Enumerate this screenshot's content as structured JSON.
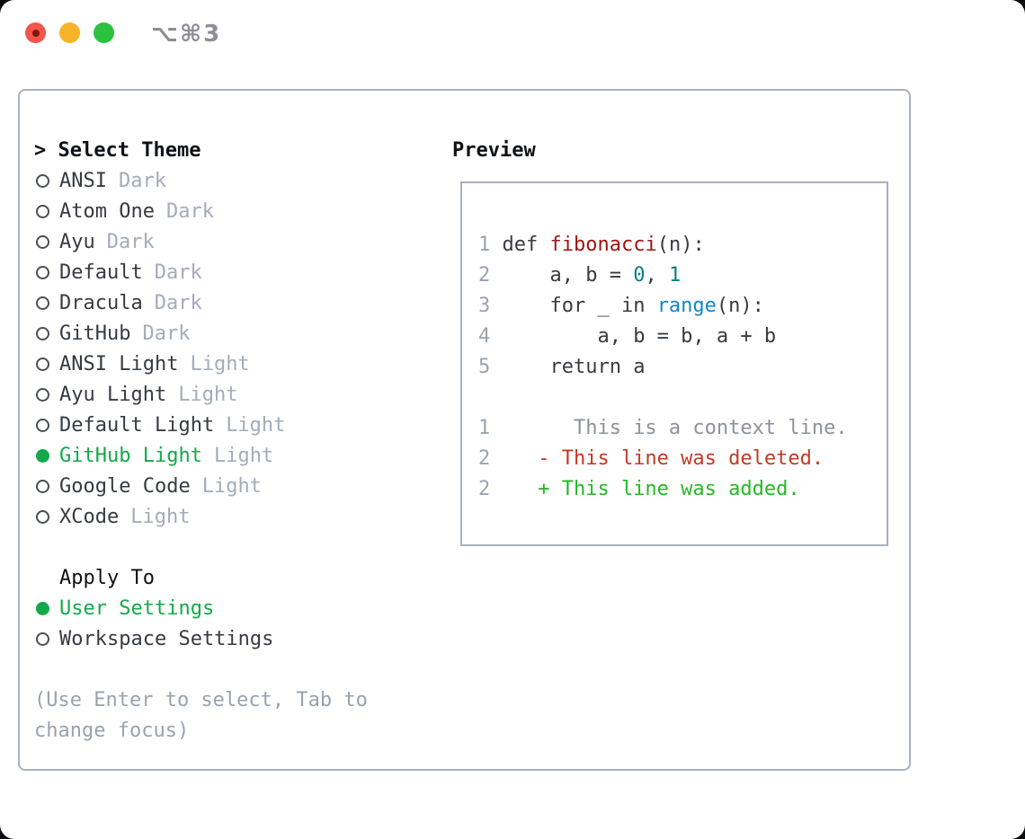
{
  "titlebar": {
    "shortcut": "⌥⌘3"
  },
  "theme_picker": {
    "header_prefix": "> ",
    "header": "Select Theme",
    "items": [
      {
        "name": "ANSI",
        "tag": "Dark",
        "selected": false
      },
      {
        "name": "Atom One",
        "tag": "Dark",
        "selected": false
      },
      {
        "name": "Ayu",
        "tag": "Dark",
        "selected": false
      },
      {
        "name": "Default",
        "tag": "Dark",
        "selected": false
      },
      {
        "name": "Dracula",
        "tag": "Dark",
        "selected": false
      },
      {
        "name": "GitHub",
        "tag": "Dark",
        "selected": false
      },
      {
        "name": "ANSI Light",
        "tag": "Light",
        "selected": false
      },
      {
        "name": "Ayu Light",
        "tag": "Light",
        "selected": false
      },
      {
        "name": "Default Light",
        "tag": "Light",
        "selected": false
      },
      {
        "name": "GitHub Light",
        "tag": "Light",
        "selected": true
      },
      {
        "name": "Google Code",
        "tag": "Light",
        "selected": false
      },
      {
        "name": "XCode",
        "tag": "Light",
        "selected": false
      }
    ]
  },
  "apply_to": {
    "header": "Apply To",
    "options": [
      {
        "label": "User Settings",
        "selected": true
      },
      {
        "label": "Workspace Settings",
        "selected": false
      }
    ]
  },
  "hint_lines": [
    "(Use Enter to select, Tab to",
    "change focus)"
  ],
  "preview": {
    "header": "Preview",
    "lines": [
      {
        "tokens": [
          {
            "t": "1",
            "s": "gutter"
          },
          {
            "t": " def ",
            "s": "code"
          },
          {
            "t": "fibonacci",
            "s": "function"
          },
          {
            "t": "(n):",
            "s": "code"
          }
        ]
      },
      {
        "tokens": [
          {
            "t": "2",
            "s": "gutter"
          },
          {
            "t": "     a, b = ",
            "s": "code"
          },
          {
            "t": "0",
            "s": "number"
          },
          {
            "t": ", ",
            "s": "code"
          },
          {
            "t": "1",
            "s": "number"
          }
        ]
      },
      {
        "tokens": [
          {
            "t": "3",
            "s": "gutter"
          },
          {
            "t": "     for _ in ",
            "s": "code"
          },
          {
            "t": "range",
            "s": "builtin"
          },
          {
            "t": "(n):",
            "s": "code"
          }
        ]
      },
      {
        "tokens": [
          {
            "t": "4",
            "s": "gutter"
          },
          {
            "t": "         a, b = b, a + b",
            "s": "code"
          }
        ]
      },
      {
        "tokens": [
          {
            "t": "5",
            "s": "gutter"
          },
          {
            "t": "     return a",
            "s": "code"
          }
        ]
      },
      {
        "tokens": []
      },
      {
        "tokens": [
          {
            "t": "1",
            "s": "gutter"
          },
          {
            "t": "       This is a context line.",
            "s": "context"
          }
        ]
      },
      {
        "tokens": [
          {
            "t": "2",
            "s": "gutter"
          },
          {
            "t": "    - This line was deleted.",
            "s": "deleted"
          }
        ]
      },
      {
        "tokens": [
          {
            "t": "2",
            "s": "gutter"
          },
          {
            "t": "    + This line was added.",
            "s": "added"
          }
        ]
      }
    ]
  },
  "colors": {
    "green_selected": "#13a94b",
    "green_added": "#26b826",
    "red_deleted": "#c23a22",
    "red_function": "#a31313",
    "teal_number": "#0b7e81",
    "blue_builtin": "#1287c2",
    "gray_tag": "#a3acba",
    "gray_hint": "#99a2ae",
    "gray_gutter": "#9aa3b0",
    "gray_context": "#8c929b",
    "text_dark": "#363b42",
    "text_black": "#0e1116",
    "border_gray": "#aab2bc",
    "traffic_red": "#f4554c",
    "traffic_red_dot": "#7e180e",
    "traffic_yellow": "#f7b327",
    "traffic_green": "#2bc23f",
    "shortcut_gray": "#8a8f96"
  }
}
